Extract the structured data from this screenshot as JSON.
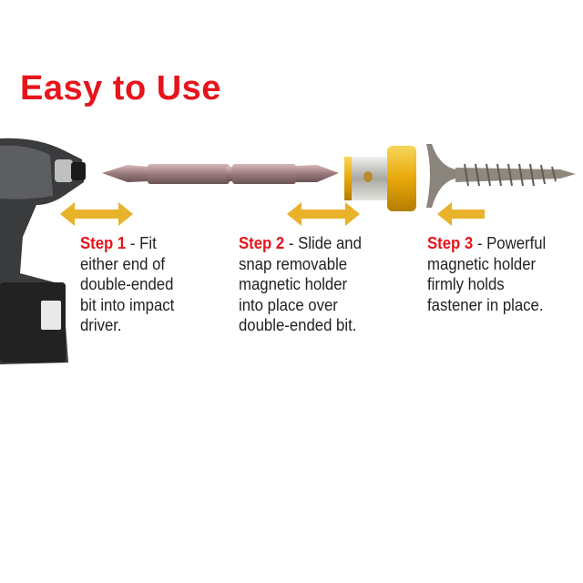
{
  "title": "Easy to Use",
  "colors": {
    "title": "#e8141b",
    "step_label": "#e8141b",
    "arrow": "#e8b22a",
    "holder": "#e8b010"
  },
  "steps": [
    {
      "label": "Step 1",
      "first_line": " - Fit",
      "lines": [
        "either end of",
        "double-ended",
        "bit into impact",
        "driver."
      ],
      "arrow": "double-arrow"
    },
    {
      "label": "Step 2",
      "first_line": " - Slide and",
      "lines": [
        "snap removable",
        "magnetic holder",
        "into place over",
        "double-ended bit."
      ],
      "arrow": "double-arrow"
    },
    {
      "label": "Step 3",
      "first_line": " - Powerful",
      "lines": [
        "magnetic holder",
        "firmly holds",
        "fastener in place."
      ],
      "arrow": "left-arrow"
    }
  ]
}
